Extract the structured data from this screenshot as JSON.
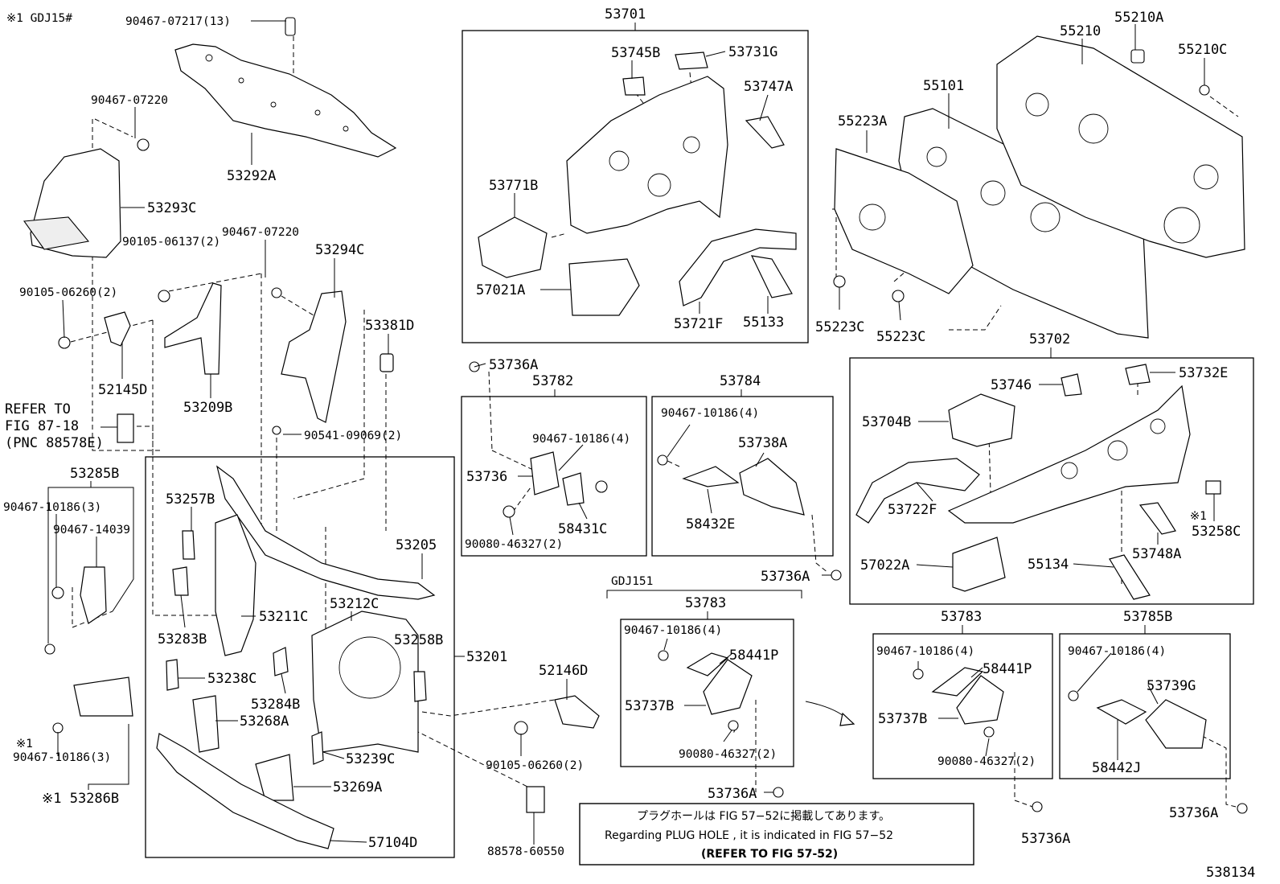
{
  "header": {
    "variant_note": "※1 GDJ15#"
  },
  "figure_id": "538134",
  "note": {
    "line1": "プラグホールは FIG 57−52に掲載してあります。",
    "line2": "Regarding PLUG HOLE , it is indicated in FIG 57−52",
    "line3": "(REFER TO FIG 57-52)"
  },
  "refer": {
    "l1": "REFER TO",
    "l2": "FIG 87-18",
    "l3": "(PNC 88578E)"
  },
  "groups": {
    "g53701": "53701",
    "g53702": "53702",
    "g53782": "53782",
    "g53784": "53784",
    "g53783a": "53783",
    "g53783b": "53783",
    "g53785b": "53785B",
    "g53201": "53201",
    "g53285b": "53285B",
    "g53286b": "※1 53286B",
    "gdj151": "GDJ151"
  },
  "parts": {
    "p90467_07217": "90467-07217(13)",
    "p53292a": "53292A",
    "p90467_07220a": "90467-07220",
    "p53293c": "53293C",
    "p90105_06137": "90105-06137(2)",
    "p90467_07220b": "90467-07220",
    "p53294c": "53294C",
    "p90105_06260a": "90105-06260(2)",
    "p52145d": "52145D",
    "p53209b": "53209B",
    "p53381d": "53381D",
    "p90541": "90541-09069(2)",
    "p90467_10186_3a": "90467-10186(3)",
    "p90467_14039": "90467-14039",
    "p53257b": "53257B",
    "p53205": "53205",
    "p53211c": "53211C",
    "p53212c": "53212C",
    "p53258b": "53258B",
    "p53283b": "53283B",
    "p53238c": "53238C",
    "p53284b": "53284B",
    "p53268a": "53268A",
    "p53239c": "53239C",
    "p53269a": "53269A",
    "p57104d": "57104D",
    "p_mark1": "※1",
    "p90467_10186_3b": "90467-10186(3)",
    "p53745b": "53745B",
    "p53731g": "53731G",
    "p53747a": "53747A",
    "p53771b": "53771B",
    "p57021a": "57021A",
    "p53721f": "53721F",
    "p55133": "55133",
    "p53736a_1": "53736A",
    "p90467_10186_4a": "90467-10186(4)",
    "p53736": "53736",
    "p58431c": "58431C",
    "p90080_46327_a": "90080-46327(2)",
    "p90467_10186_4b": "90467-10186(4)",
    "p53738a": "53738A",
    "p58432e": "58432E",
    "p53736a_2": "53736A",
    "p52146d": "52146D",
    "p90105_06260b": "90105-06260(2)",
    "p88578": "88578-60550",
    "p90467_10186_4c": "90467-10186(4)",
    "p58441p_a": "58441P",
    "p53737b_a": "53737B",
    "p90080_46327_b": "90080-46327(2)",
    "p53736a_3": "53736A",
    "p55210": "55210",
    "p55210a": "55210A",
    "p55210c": "55210C",
    "p55101": "55101",
    "p55223a": "55223A",
    "p55223c_a": "55223C",
    "p55223c_b": "55223C",
    "p53746": "53746",
    "p53732e": "53732E",
    "p53704b": "53704B",
    "p53722f": "53722F",
    "p57022a": "57022A",
    "p55134": "55134",
    "p53748a": "53748A",
    "p_mark2": "※1",
    "p53258c": "53258C",
    "p90467_10186_4d": "90467-10186(4)",
    "p58441p_b": "58441P",
    "p53737b_b": "53737B",
    "p90080_46327_c": "90080-46327(2)",
    "p53736a_4": "53736A",
    "p90467_10186_4e": "90467-10186(4)",
    "p53739g": "53739G",
    "p58442j": "58442J",
    "p53736a_5": "53736A"
  }
}
